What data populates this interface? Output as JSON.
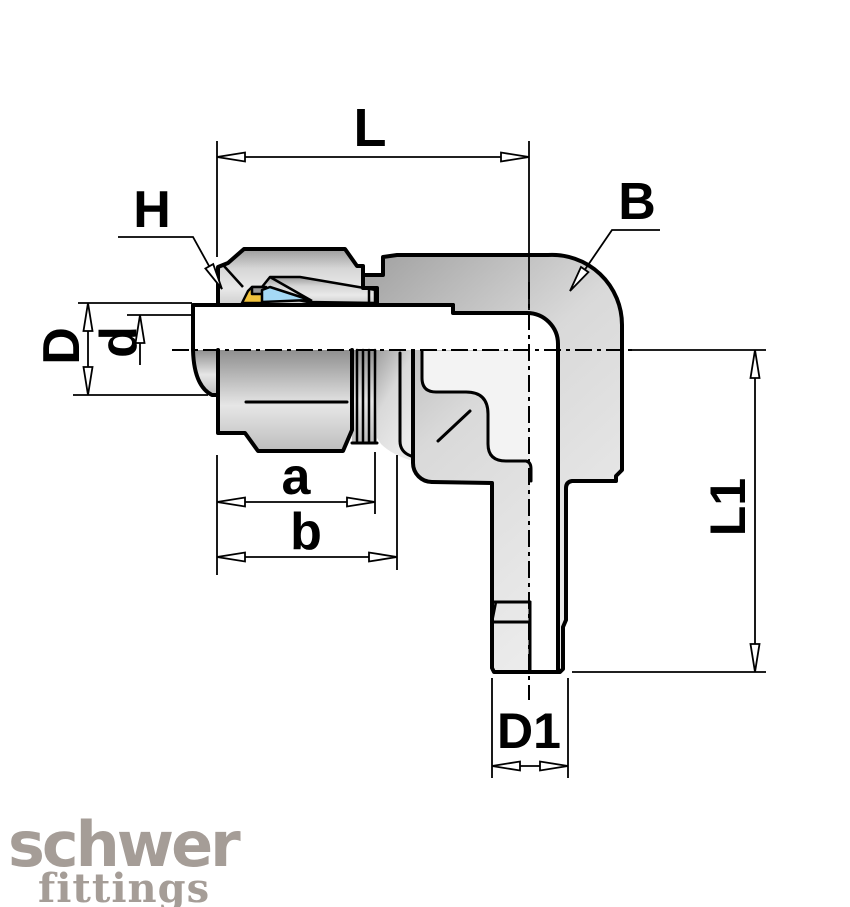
{
  "drawing": {
    "type": "technical-cross-section",
    "subject": "90-degree elbow compression fitting with union nut and cutting ring",
    "dimension_labels": {
      "overall_length": "L",
      "nut_wrench_size": "H",
      "body_radius": "B",
      "tube_outer_diameter": "D",
      "tube_inner_diameter": "d",
      "nut_length": "a",
      "assembly_length": "b",
      "leg_length": "L1",
      "leg_diameter": "D1"
    },
    "colors": {
      "line": "#000000",
      "metal_dark": "#9e9e9e",
      "metal_light": "#ececec",
      "ring_yellow": "#f0c23c",
      "ring_cyan": "#a5d9f5",
      "logo_gray": "#a59d97"
    },
    "logo": {
      "brand": "schwer",
      "subtitle": "fittings"
    }
  }
}
